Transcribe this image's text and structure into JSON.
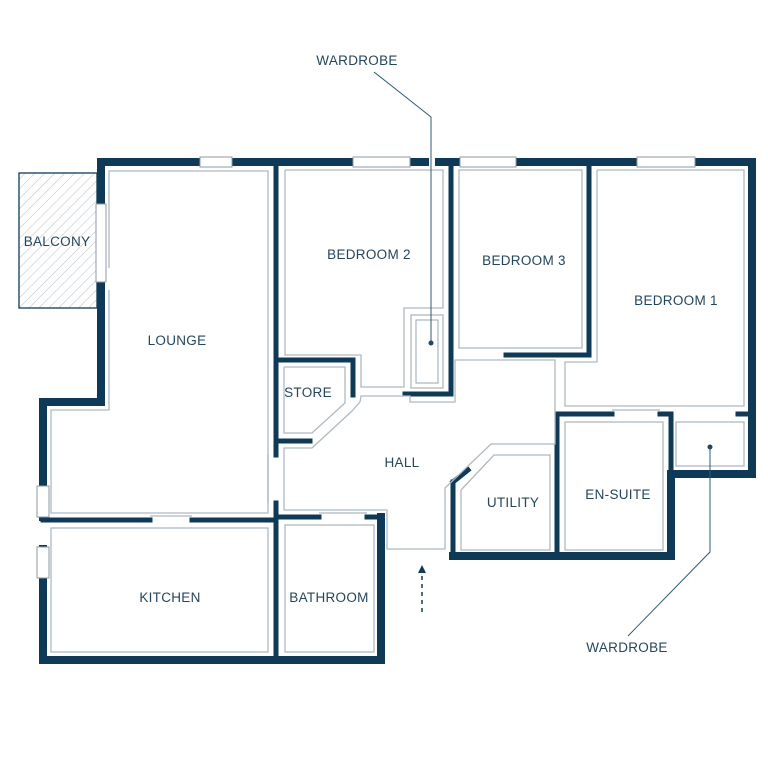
{
  "rooms": {
    "balcony": "BALCONY",
    "lounge": "LOUNGE",
    "bedroom2": "BEDROOM 2",
    "bedroom3": "BEDROOM 3",
    "bedroom1": "BEDROOM 1",
    "store": "STORE",
    "hall": "HALL",
    "utility": "UTILITY",
    "ensuite": "EN-SUITE",
    "kitchen": "KITCHEN",
    "bathroom": "BATHROOM"
  },
  "annotations": {
    "wardrobe_top": "WARDROBE",
    "wardrobe_bottom": "WARDROBE"
  },
  "colors": {
    "wall": "#0f3a57",
    "text": "#23465f",
    "inner_line": "#aeb9c2"
  }
}
